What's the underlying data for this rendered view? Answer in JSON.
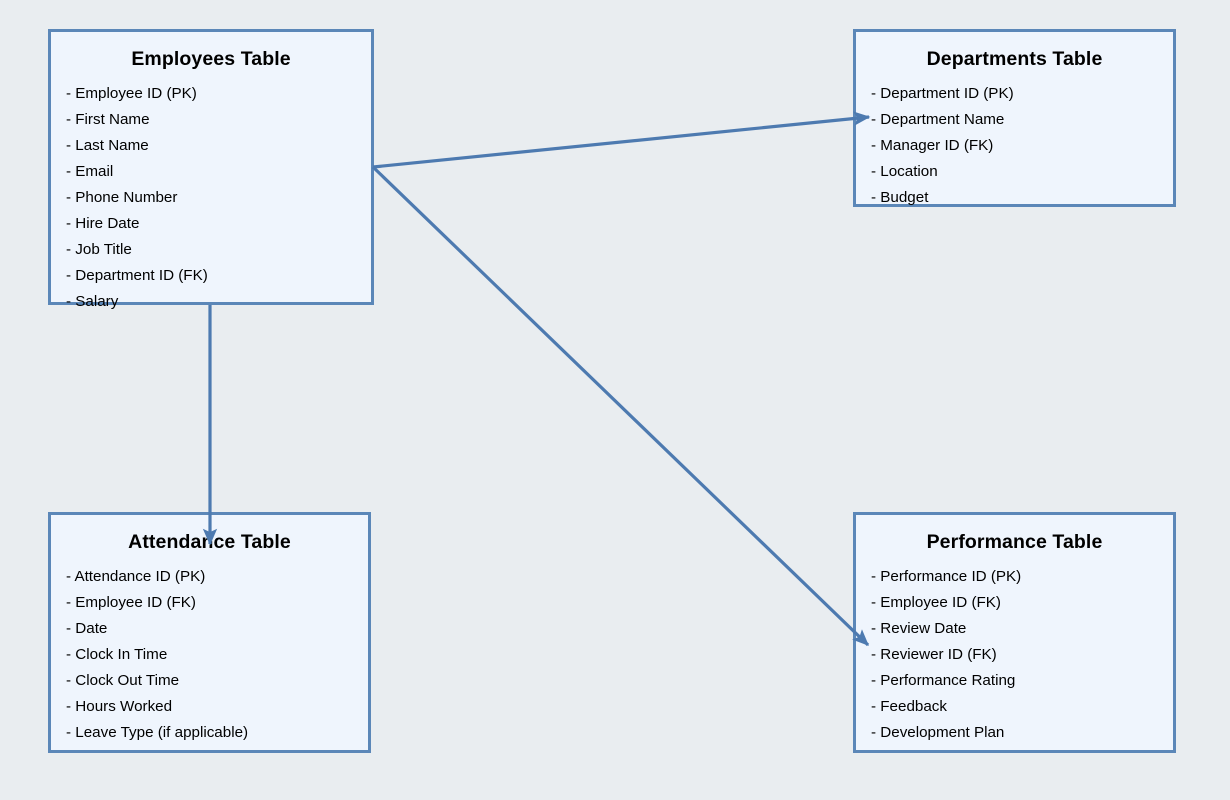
{
  "diagram": {
    "title": "Employee Management ER Diagram",
    "background_color": "#e9edf0",
    "box_fill_color": "#eff5fd",
    "box_border_color": "#5b87b8",
    "connector_color": "#4d7ab0",
    "text_color": "#000000"
  },
  "entities": {
    "employees": {
      "title": "Employees Table",
      "fields": [
        "- Employee ID (PK)",
        "- First Name",
        "- Last Name",
        "- Email",
        "- Phone Number",
        "- Hire Date",
        "- Job Title",
        "- Department ID (FK)",
        "- Salary"
      ]
    },
    "departments": {
      "title": "Departments Table",
      "fields": [
        "- Department ID (PK)",
        "- Department Name",
        "- Manager ID (FK)",
        "- Location",
        "- Budget"
      ]
    },
    "attendance": {
      "title": "Attendance Table",
      "fields": [
        "- Attendance ID (PK)",
        "- Employee ID (FK)",
        "- Date",
        "- Clock In Time",
        "- Clock Out Time",
        "- Hours Worked",
        "- Leave Type (if applicable)"
      ]
    },
    "performance": {
      "title": "Performance Table",
      "fields": [
        "- Performance ID (PK)",
        "- Employee ID (FK)",
        "- Review Date",
        "- Reviewer ID (FK)",
        "- Performance Rating",
        "- Feedback",
        "- Development Plan"
      ]
    }
  },
  "relationships": [
    {
      "name": "employees-to-departments",
      "from": "employees",
      "to": "departments",
      "label": ""
    },
    {
      "name": "employees-to-performance",
      "from": "employees",
      "to": "performance",
      "label": ""
    },
    {
      "name": "employees-to-attendance",
      "from": "employees",
      "to": "attendance",
      "label": ""
    }
  ]
}
